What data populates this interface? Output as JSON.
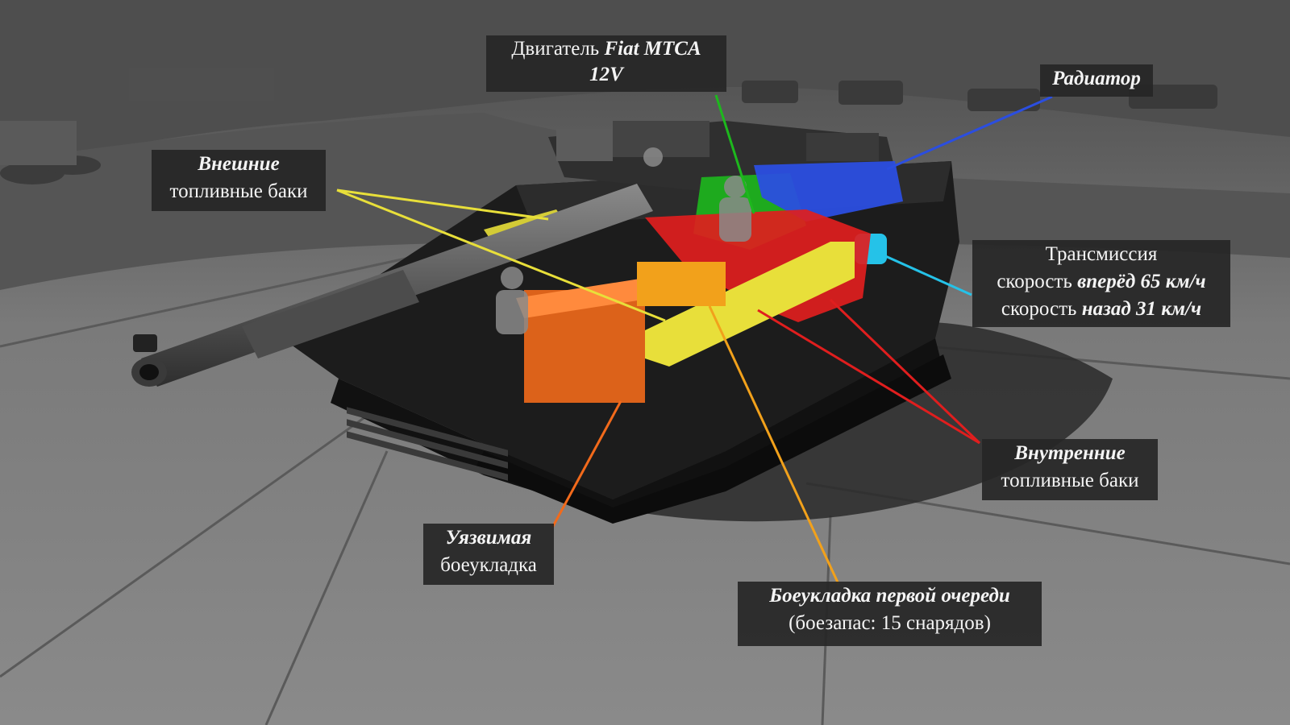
{
  "labels": {
    "engine": {
      "text": "Двигатель ",
      "em": "Fiat MTCA",
      "line2_em": "12V"
    },
    "radiator": {
      "em": "Радиатор"
    },
    "external_fuel": {
      "em": "Внешние",
      "text": "топливные баки"
    },
    "transmission": {
      "line1": "Трансмиссия",
      "line2_text": "скорость ",
      "line2_em": "вперёд 65 км/ч",
      "line3_text": "скорость ",
      "line3_em": "назад 31 км/ч"
    },
    "internal_fuel": {
      "em": "Внутренние",
      "text": "топливные баки"
    },
    "vulnerable_ammo": {
      "em": "Уязвимая",
      "text": "боеукладка"
    },
    "ready_ammo": {
      "em": "Боеукладка первой очереди",
      "text": "(боезапас: 15 снарядов)"
    }
  },
  "colors": {
    "engine": "#1db81d",
    "radiator": "#2b4ee0",
    "fuel": "#e8df3a",
    "transmission": "#25c2e8",
    "internal_fuel": "#e01e1e",
    "vulnerable_ammo": "#f26a1b",
    "ready_ammo": "#f2a11b"
  }
}
